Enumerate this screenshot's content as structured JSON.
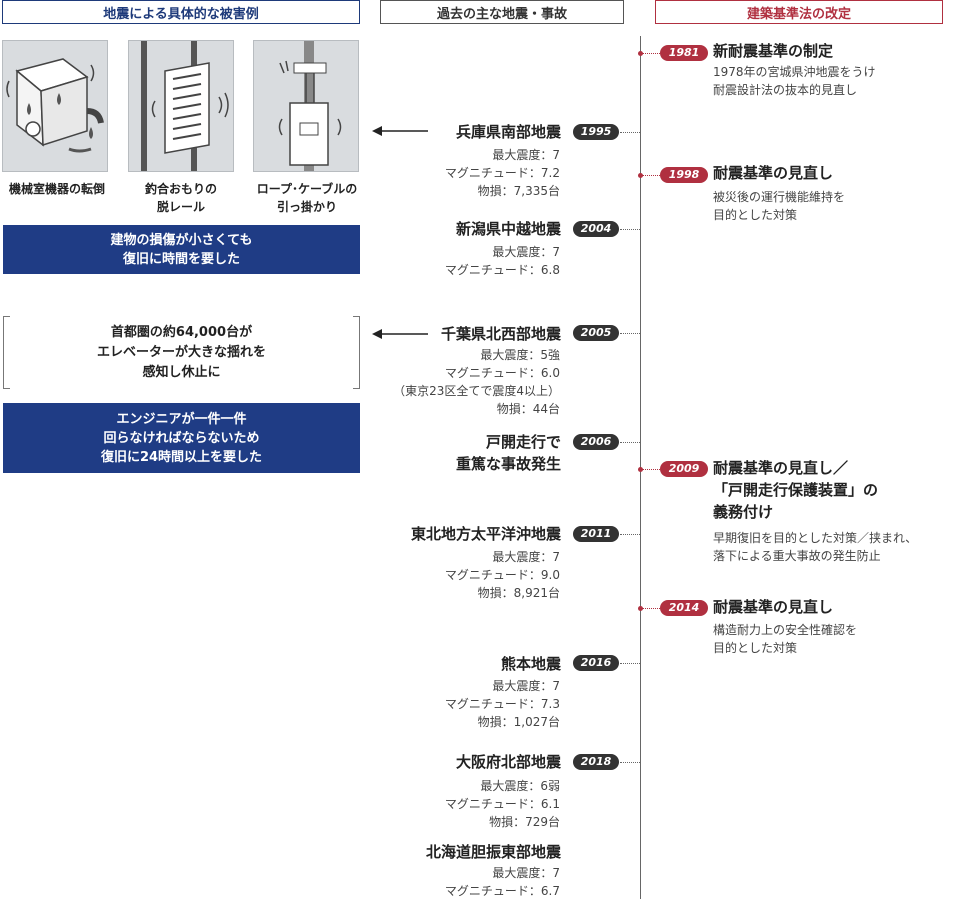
{
  "headers": {
    "left": "地震による具体的な被害例",
    "middle": "過去の主な地震・事故",
    "right": "建築基準法の改定"
  },
  "damage_examples": [
    {
      "caption_lines": [
        "機械室機器の転倒"
      ],
      "icon": "machine-room-equipment-icon"
    },
    {
      "caption_lines": [
        "釣合おもりの",
        "脱レール"
      ],
      "icon": "counterweight-derail-icon"
    },
    {
      "caption_lines": [
        "ロープ･ケーブルの",
        "引っ掛かり"
      ],
      "icon": "rope-cable-snag-icon"
    }
  ],
  "boxes": {
    "box1_lines": [
      "建物の損傷が小さくても",
      "復旧に時間を要した"
    ],
    "bracket_lines": [
      "首都圏の約64,000台が",
      "エレベーターが大きな揺れを",
      "感知し休止に"
    ],
    "box2_lines": [
      "エンジニアが一件一件",
      "回らなければならないため",
      "復旧に24時間以上を要した"
    ]
  },
  "quakes": [
    {
      "year": "1995",
      "name_lines": [
        "兵庫県南部地震"
      ],
      "details": [
        "最大震度：7",
        "マグニチュード：7.2",
        "物損：7,335台"
      ]
    },
    {
      "year": "2004",
      "name_lines": [
        "新潟県中越地震"
      ],
      "details": [
        "最大震度：7",
        "マグニチュード：6.8"
      ]
    },
    {
      "year": "2005",
      "name_lines": [
        "千葉県北西部地震"
      ],
      "details": [
        "最大震度：5強",
        "マグニチュード：6.0",
        "（東京23区全てで震度4以上）",
        "物損：44台"
      ]
    },
    {
      "year": "2006",
      "name_lines": [
        "戸開走行で",
        "重篤な事故発生"
      ],
      "details": []
    },
    {
      "year": "2011",
      "name_lines": [
        "東北地方太平洋沖地震"
      ],
      "details": [
        "最大震度：7",
        "マグニチュード：9.0",
        "物損：8,921台"
      ]
    },
    {
      "year": "2016",
      "name_lines": [
        "熊本地震"
      ],
      "details": [
        "最大震度：7",
        "マグニチュード：7.3",
        "物損：1,027台"
      ]
    },
    {
      "year": "2018",
      "name_lines": [
        "大阪府北部地震"
      ],
      "details": [
        "最大震度：6弱",
        "マグニチュード：6.1",
        "物損：729台"
      ]
    },
    {
      "year": "",
      "name_lines": [
        "北海道胆振東部地震"
      ],
      "details": [
        "最大震度：7",
        "マグニチュード：6.7"
      ]
    }
  ],
  "laws": [
    {
      "year": "1981",
      "title_lines": [
        "新耐震基準の制定"
      ],
      "desc": [
        "1978年の宮城県沖地震をうけ",
        "耐震設計法の抜本的見直し"
      ]
    },
    {
      "year": "1998",
      "title_lines": [
        "耐震基準の見直し"
      ],
      "desc": [
        "被災後の運行機能維持を",
        "目的とした対策"
      ]
    },
    {
      "year": "2009",
      "title_lines": [
        "耐震基準の見直し／",
        "「戸開走行保護装置」の",
        "義務付け"
      ],
      "desc": [
        "早期復旧を目的とした対策／挟まれ、",
        "落下による重大事故の発生防止"
      ]
    },
    {
      "year": "2014",
      "title_lines": [
        "耐震基準の見直し"
      ],
      "desc": [
        "構造耐力上の安全性確認を",
        "目的とした対策"
      ]
    }
  ],
  "colors": {
    "navy": "#1f3c85",
    "red": "#b03040",
    "dark": "#333333"
  }
}
